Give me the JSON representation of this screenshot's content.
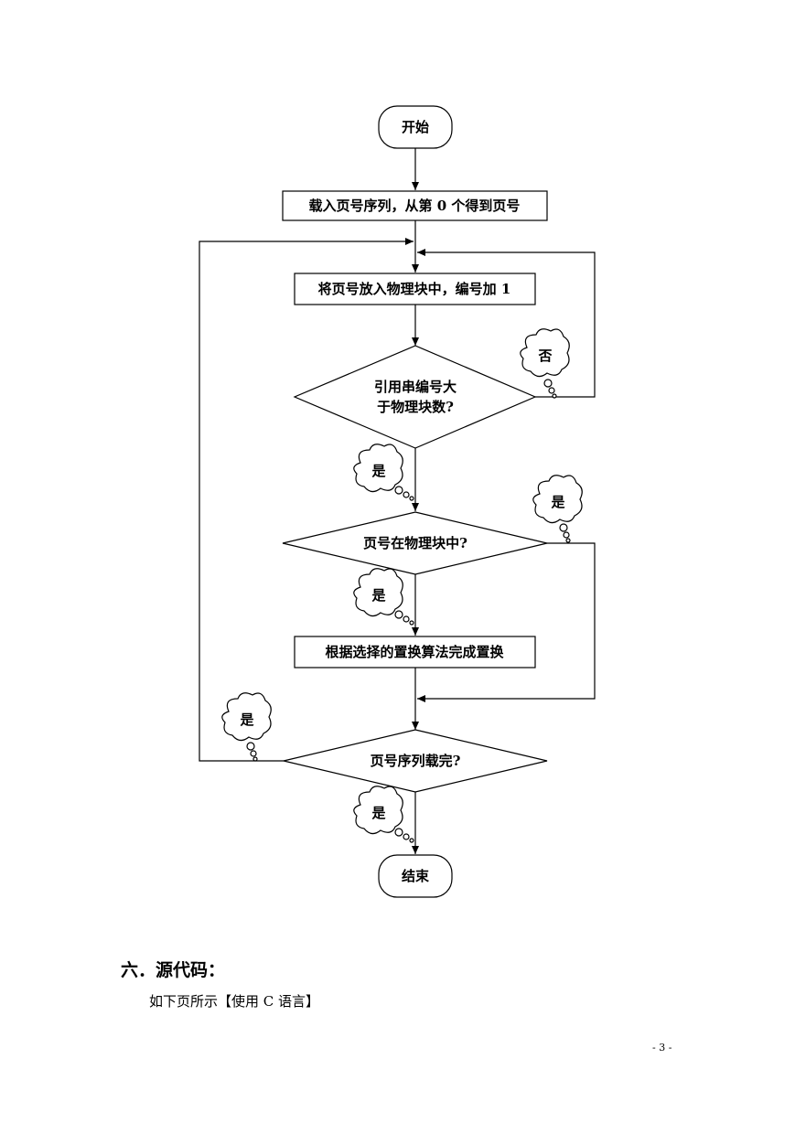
{
  "flowchart": {
    "start": "开始",
    "load": "载入页号序列，从第 0 个得到页号",
    "place": "将页号放入物理块中，编号加 1",
    "decision1_line1": "引用串编号大",
    "decision1_line2": "于物理块数?",
    "decision2": "页号在物理块中?",
    "replace": "根据选择的置换算法完成置换",
    "decision3": "页号序列载完?",
    "end": "结束",
    "bubble_no": "否",
    "bubble_yes": "是"
  },
  "section": {
    "heading": "六．源代码：",
    "body": "如下页所示【使用 C 语言】"
  },
  "page_number": "- 3 -"
}
